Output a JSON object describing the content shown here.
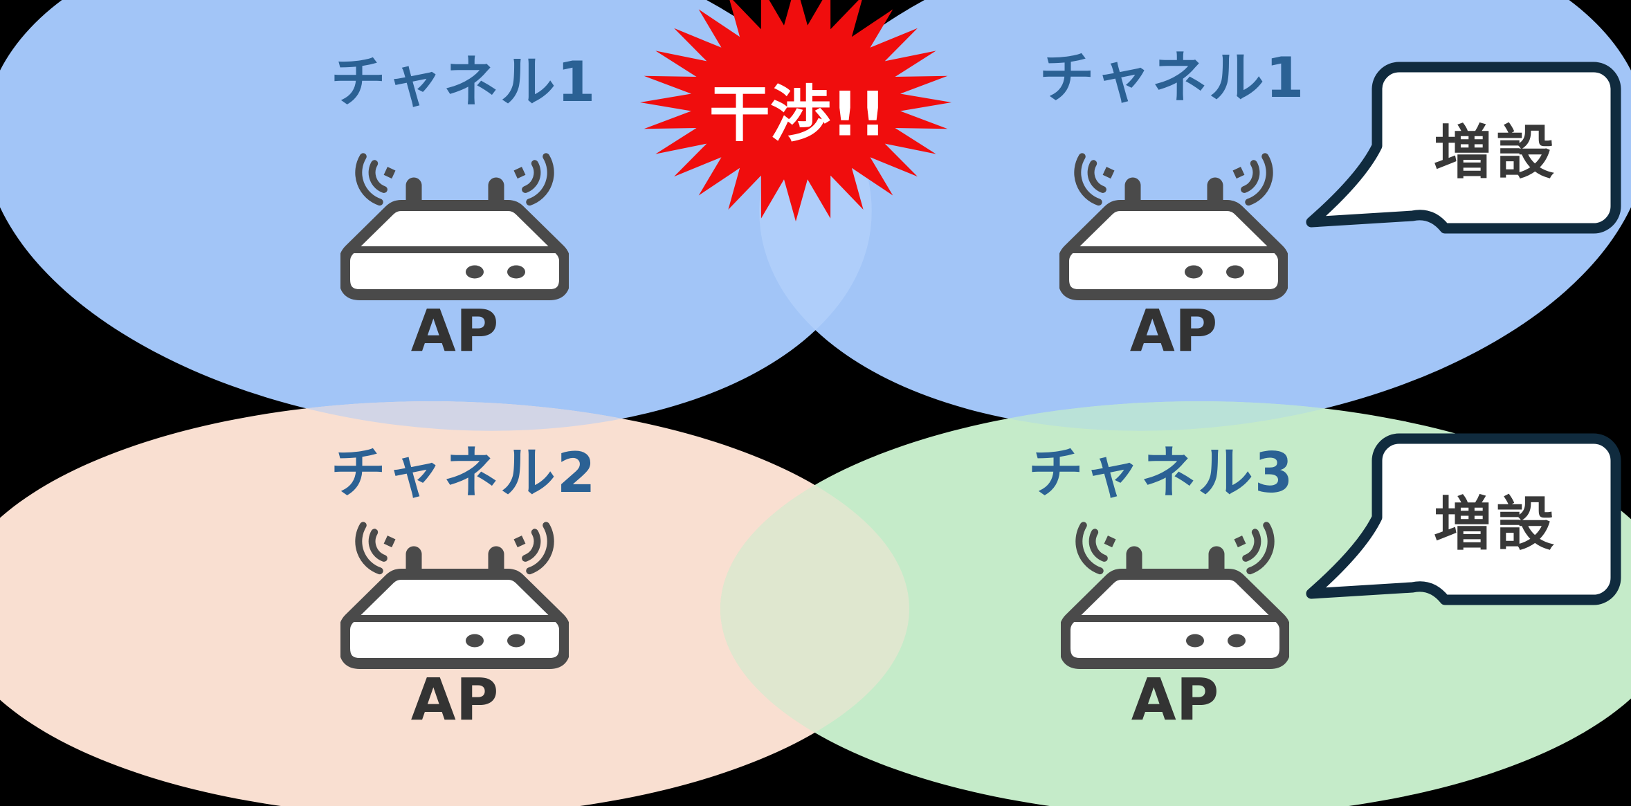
{
  "title": "Wi-Fi channel interference diagram",
  "cells": [
    {
      "id": "top-left",
      "channel": "チャネル1",
      "ap": "AP"
    },
    {
      "id": "top-right",
      "channel": "チャネル1",
      "ap": "AP"
    },
    {
      "id": "bottom-left",
      "channel": "チャネル2",
      "ap": "AP"
    },
    {
      "id": "bottom-right",
      "channel": "チャネル3",
      "ap": "AP"
    }
  ],
  "interference": {
    "label": "干渉!!"
  },
  "callouts": [
    {
      "label": "増設"
    },
    {
      "label": "増設"
    }
  ],
  "colors": {
    "blue": "#A2C5F7",
    "blue_overlap": "#AFCEFA",
    "peach": "#F9DFD1",
    "green": "#C5EBC9",
    "lavender": "#D2D5E6",
    "teal": "#BAE2D8",
    "sage": "#DFE7CF",
    "red": "#F00D0D",
    "navy": "#102B3E",
    "channel_text": "#2B6194",
    "ap_outline": "#4A4A4A",
    "ap_text": "#333333",
    "bubble_text": "#383838",
    "star_text": "#FFFFFF",
    "bubble_fill": "#FFFFFF",
    "background": "#000000"
  }
}
